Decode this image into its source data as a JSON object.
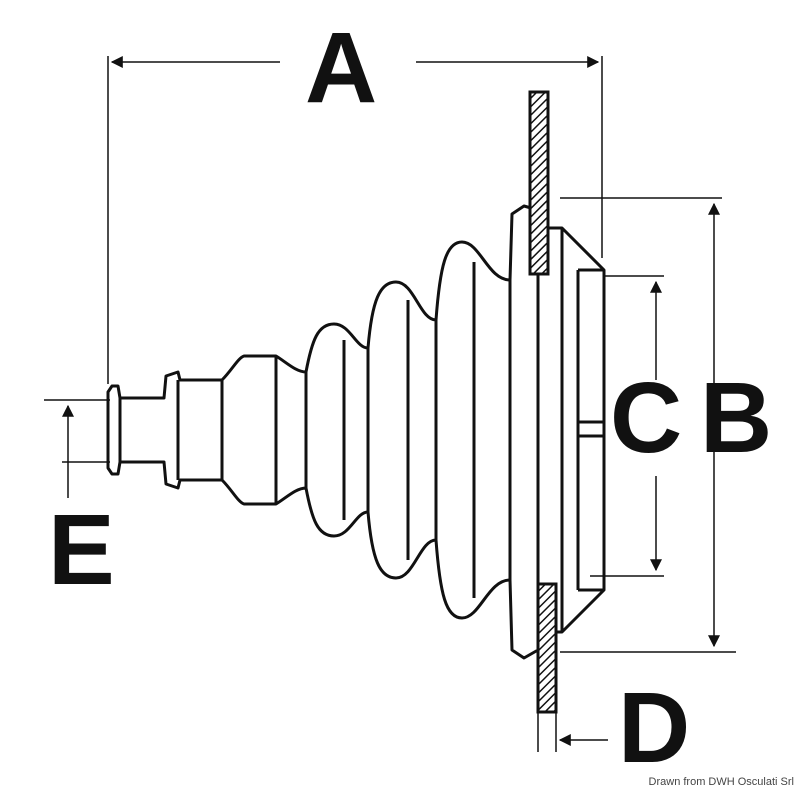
{
  "diagram": {
    "labels": {
      "a": "A",
      "b": "B",
      "c": "C",
      "d": "D",
      "e": "E"
    },
    "credit": "Drawn from DWH Osculati Srl"
  }
}
